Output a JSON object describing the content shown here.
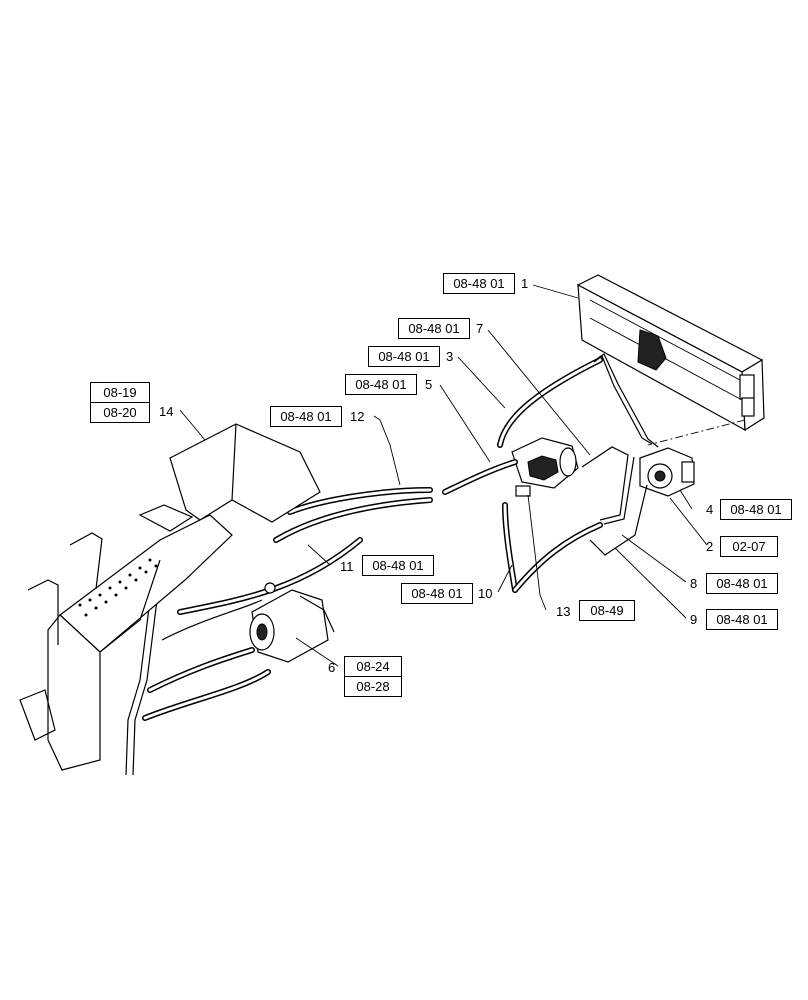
{
  "parts": [
    {
      "callout": "1",
      "refs": [
        "08-48 01"
      ]
    },
    {
      "callout": "2",
      "refs": [
        "02-07"
      ]
    },
    {
      "callout": "3",
      "refs": [
        "08-48 01"
      ]
    },
    {
      "callout": "4",
      "refs": [
        "08-48 01"
      ]
    },
    {
      "callout": "5",
      "refs": [
        "08-48 01"
      ]
    },
    {
      "callout": "6",
      "refs": [
        "08-24",
        "08-28"
      ]
    },
    {
      "callout": "7",
      "refs": [
        "08-48 01"
      ]
    },
    {
      "callout": "8",
      "refs": [
        "08-48 01"
      ]
    },
    {
      "callout": "9",
      "refs": [
        "08-48 01"
      ]
    },
    {
      "callout": "10",
      "refs": [
        "08-48 01"
      ]
    },
    {
      "callout": "11",
      "refs": [
        "08-48 01"
      ]
    },
    {
      "callout": "12",
      "refs": [
        "08-48 01"
      ]
    },
    {
      "callout": "13",
      "refs": [
        "08-49"
      ]
    },
    {
      "callout": "14",
      "refs": [
        "08-19",
        "08-20"
      ]
    }
  ]
}
